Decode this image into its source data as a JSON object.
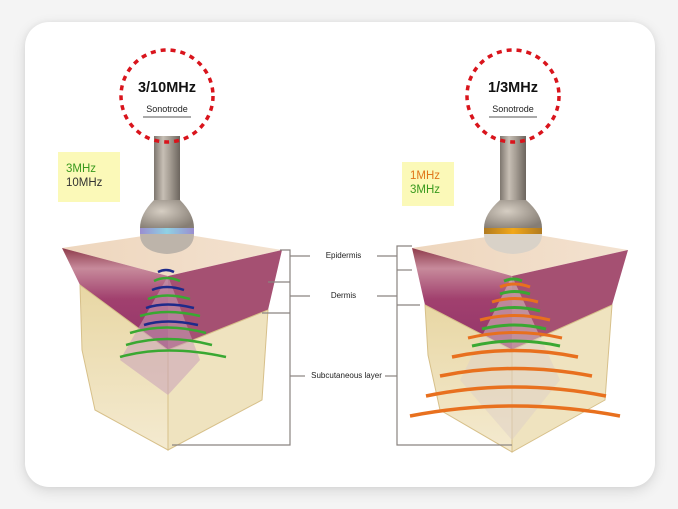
{
  "left_panel": {
    "frequency_label": "3/10MHz",
    "sonotrode_label": "Sonotrode",
    "legend": [
      {
        "text": "3MHz",
        "color": "#3a9a1e"
      },
      {
        "text": "10MHz",
        "color": "#333333"
      }
    ],
    "wave_colors": {
      "primary": "#3aa832",
      "secondary": "#1e2a8a"
    }
  },
  "right_panel": {
    "frequency_label": "1/3MHz",
    "sonotrode_label": "Sonotrode",
    "legend": [
      {
        "text": "1MHz",
        "color": "#e0761a"
      },
      {
        "text": "3MHz",
        "color": "#3a9a1e"
      }
    ],
    "wave_colors": {
      "primary": "#e8701e",
      "secondary": "#3aa832"
    }
  },
  "layers": {
    "epidermis": "Epidermis",
    "dermis": "Dermis",
    "subcutaneous": "Subcutaneous layer"
  },
  "colors": {
    "highlight_circle": "#d9141c",
    "skin_top": "#efd9c4",
    "dermis": "#a8426a",
    "fat": "#eee0b0",
    "bracket": "#8a8480"
  }
}
